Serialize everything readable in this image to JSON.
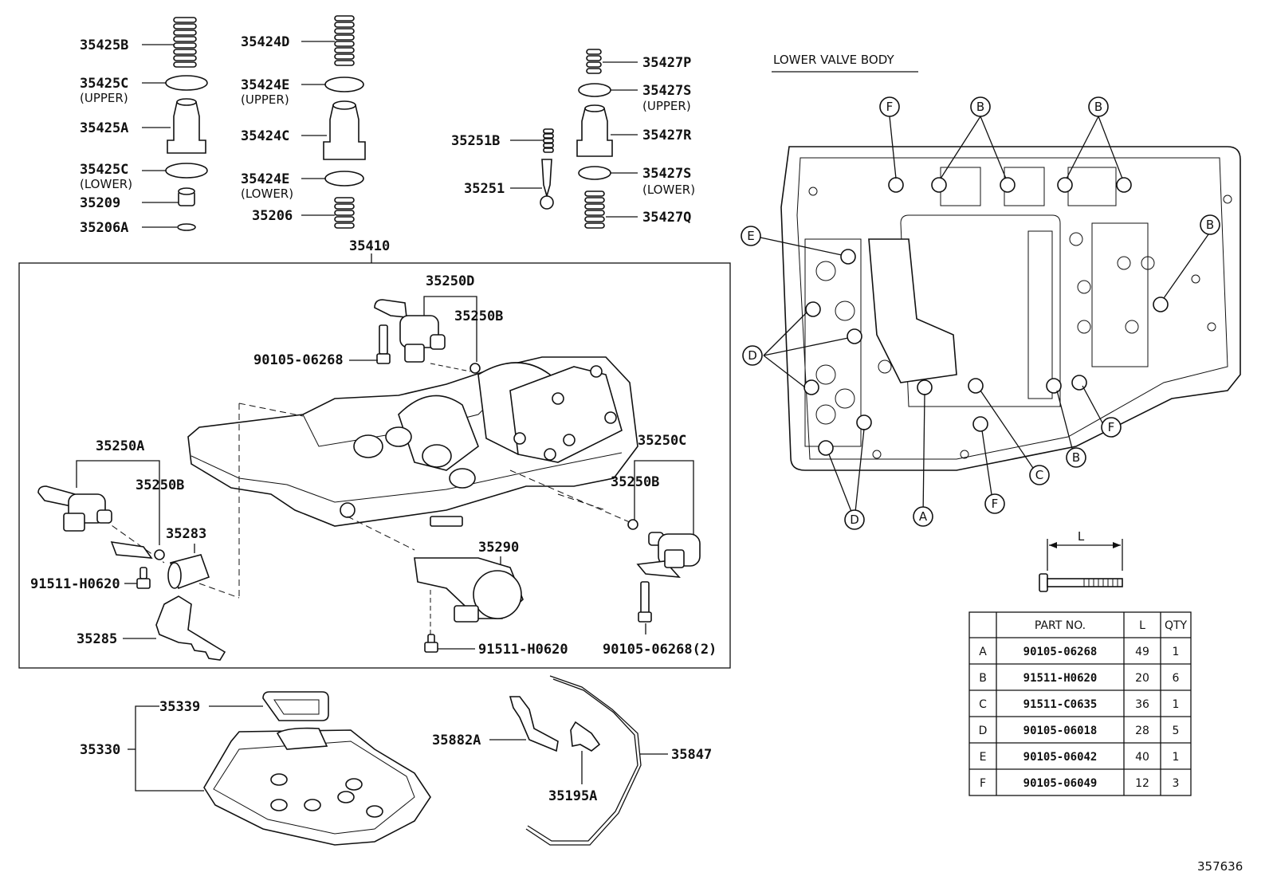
{
  "diagram": {
    "title": "LOWER VALVE BODY",
    "figure_number": "357636",
    "labels": {
      "p35425B": "35425B",
      "p35425C_up": "35425C",
      "p35425C_up_sub": "(UPPER)",
      "p35425A": "35425A",
      "p35425C_lo": "35425C",
      "p35425C_lo_sub": "(LOWER)",
      "p35209": "35209",
      "p35206A": "35206A",
      "p35424D": "35424D",
      "p35424E_up": "35424E",
      "p35424E_up_sub": "(UPPER)",
      "p35424C": "35424C",
      "p35424E_lo": "35424E",
      "p35424E_lo_sub": "(LOWER)",
      "p35206": "35206",
      "p35410": "35410",
      "p35251B": "35251B",
      "p35251": "35251",
      "p35427P": "35427P",
      "p35427S_up": "35427S",
      "p35427S_up_sub": "(UPPER)",
      "p35427R": "35427R",
      "p35427S_lo": "35427S",
      "p35427S_lo_sub": "(LOWER)",
      "p35427Q": "35427Q",
      "p35250D": "35250D",
      "p35250B_a": "35250B",
      "p90105_06268_a": "90105-06268",
      "p35250A": "35250A",
      "p35250B_b": "35250B",
      "p35283": "35283",
      "p91511_H0620_a": "91511-H0620",
      "p35285": "35285",
      "p35290": "35290",
      "p91511_H0620_b": "91511-H0620",
      "p35250C": "35250C",
      "p35250B_c": "35250B",
      "p90105_06268_b": "90105-06268(2)",
      "p35339": "35339",
      "p35330": "35330",
      "p35882A": "35882A",
      "p35195A": "35195A",
      "p35847": "35847",
      "dimension_L": "L"
    },
    "callouts": [
      "F",
      "B",
      "B",
      "E",
      "B",
      "D",
      "B",
      "F",
      "C",
      "F",
      "A",
      "D"
    ]
  },
  "bolt_table": {
    "headers": [
      "",
      "PART NO.",
      "L",
      "QTY"
    ],
    "rows": [
      [
        "A",
        "90105-06268",
        "49",
        "1"
      ],
      [
        "B",
        "91511-H0620",
        "20",
        "6"
      ],
      [
        "C",
        "91511-C0635",
        "36",
        "1"
      ],
      [
        "D",
        "90105-06018",
        "28",
        "5"
      ],
      [
        "E",
        "90105-06042",
        "40",
        "1"
      ],
      [
        "F",
        "90105-06049",
        "12",
        "3"
      ]
    ]
  }
}
